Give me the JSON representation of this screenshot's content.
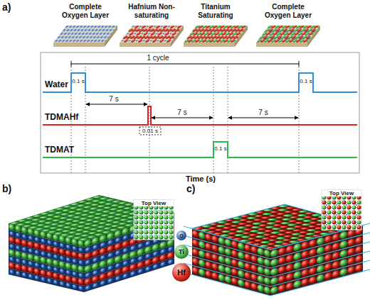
{
  "diagram": {
    "labels": [
      "a)",
      "Complete Oxygen Layer",
      "Hafnium Non-saturating",
      "Titanium Saturating",
      "Complete Oxygen Layer",
      "1 cycle",
      "Water",
      "0.1 s",
      "0.1 s",
      "TDMAHf",
      "7 s",
      "0.01 s",
      "TDMAT",
      "7 s",
      "0.1 s",
      "7 s",
      "Time (s)",
      "b)",
      "Top View",
      "c)",
      "Top View"
    ],
    "legend": [
      {
        "text": "O",
        "color": "#3b78d0"
      },
      {
        "text": "Ti",
        "color": "#4cb84a"
      },
      {
        "text": "Hf",
        "color": "#d8281c"
      }
    ]
  }
}
